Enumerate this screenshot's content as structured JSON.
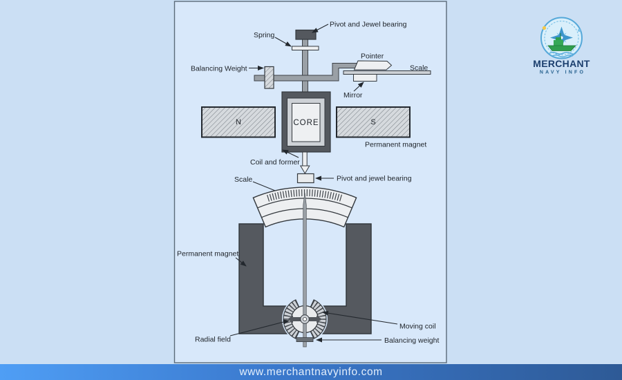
{
  "diagram": {
    "top": {
      "pivot_bearing": "Pivot and Jewel bearing",
      "spring": "Spring",
      "balancing_weight": "Balancing Weight",
      "pointer": "Pointer",
      "scale": "Scale",
      "mirror": "Mirror",
      "north_pole": "N",
      "core": "CORE",
      "south_pole": "S",
      "permanent_magnet": "Permanent magnet",
      "coil_former": "Coil and former"
    },
    "bottom": {
      "scale": "Scale",
      "pivot_bearing": "Pivot and jewel bearing",
      "permanent_magnet": "Permanent magnet",
      "radial_field": "Radial field",
      "moving_coil": "Moving coil",
      "balancing_weight": "Balancing weight"
    }
  },
  "logo": {
    "line1": "MERCHANT",
    "line2": "NAVY INFO"
  },
  "footer": {
    "url": "www.merchantnavyinfo.com"
  },
  "colors": {
    "background": "#cbdff4",
    "panel": "#d8e8fa",
    "panel_border": "#5b6a78",
    "dark_metal": "#54585e",
    "mid_metal": "#9aa0a6",
    "light_part": "#eef0f2",
    "line": "#23282e",
    "footer_left": "#4f9ef5",
    "footer_right": "#2e5a96",
    "logo_navy": "#1c3f6e",
    "logo_blue": "#3d96cc",
    "ship_green": "#2f9e4e"
  }
}
